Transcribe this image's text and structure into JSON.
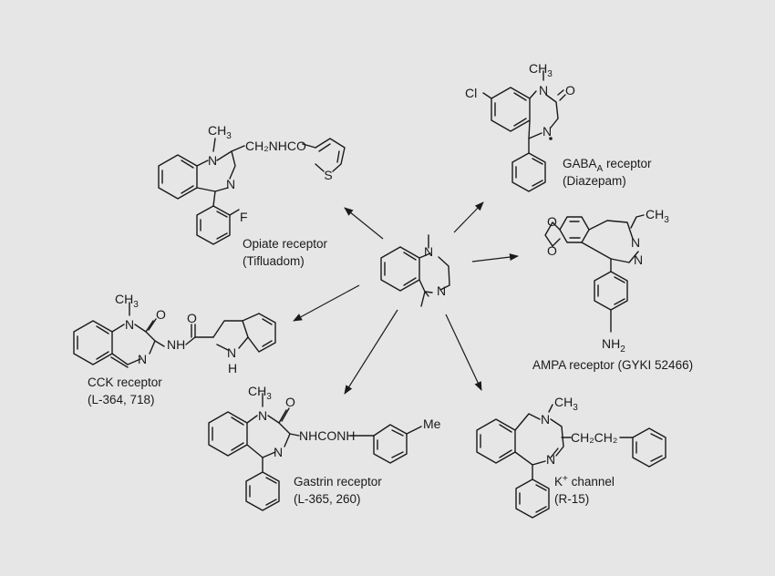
{
  "captions": {
    "opiate_title": "Opiate receptor",
    "opiate_name": "(Tifluadom)",
    "gaba_title_pre": "GABA",
    "gaba_title_sub": "A",
    "gaba_title_post": " receptor",
    "gaba_name": "(Diazepam)",
    "ampa": "AMPA receptor (GYKI 52466)",
    "cck_title": "CCK receptor",
    "cck_name": "(L-364, 718)",
    "gastrin_title": "Gastrin receptor",
    "gastrin_name": "(L-365, 260)",
    "k_title_pre": "K",
    "k_title_sup": "+",
    "k_title_post": " channel",
    "k_name": "(R-15)"
  },
  "atoms": {
    "n": "N",
    "ch3": "CH",
    "three": "3",
    "o": "O",
    "s": "S",
    "f": "F",
    "cl": "Cl",
    "h": "H",
    "nh": "NH",
    "nh2_n": "NH",
    "two": "2",
    "me": "Me",
    "ch2nhco": "CH₂NHCO",
    "nhconh": "NHCONH",
    "ch2ch2": "CH₂CH₂",
    "nh_link": "NH"
  }
}
